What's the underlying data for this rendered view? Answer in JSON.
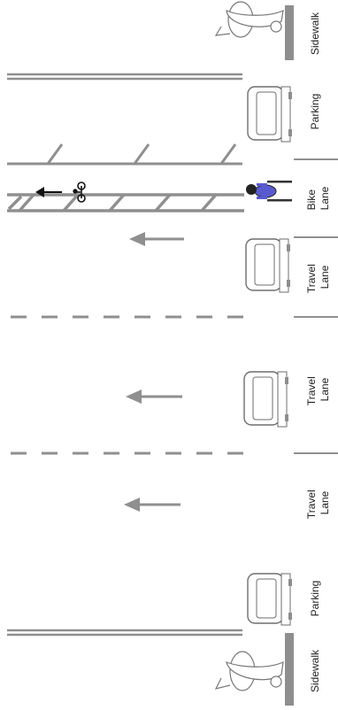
{
  "labels": {
    "sidewalk_top": "Sidewalk",
    "parking_top": "Parking",
    "bike_lane": "Bike Lane",
    "travel_lane_1": "Travel Lane",
    "travel_lane_2": "Travel Lane",
    "travel_lane_3": "Travel Lane",
    "parking_bottom": "Parking",
    "sidewalk_bottom": "Sidewalk"
  },
  "colors": {
    "sidewalk": "#8e8e8e",
    "markings": "#8f8f8f",
    "outline": "#6e6e6e",
    "cyclist": "#5a5ad0"
  },
  "icons": [
    "pedestrian-icon",
    "car-icon",
    "cyclist-icon",
    "bike-symbol-icon",
    "direction-arrow-icon"
  ]
}
